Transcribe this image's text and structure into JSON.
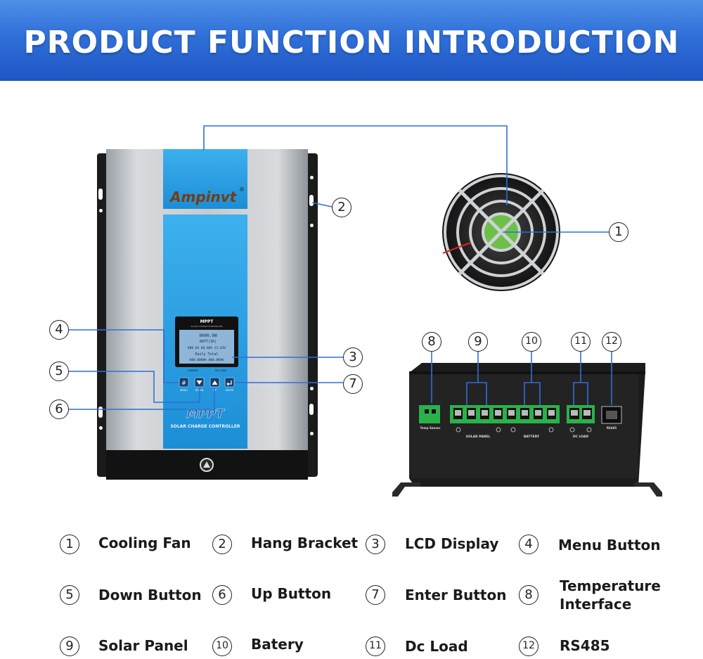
{
  "header": {
    "title": "PRODUCT FUNCTION INTRODUCTION"
  },
  "controller": {
    "brand": "Ampinvt",
    "trademark": "®",
    "lcd_title": "MPPT",
    "lcd_subtitle": "SOLAR CHARGE CONTROLLER",
    "lcd_lines": [
      "0000.0W",
      "BATT(1K)",
      "000.0V 00.00A 21.64V",
      "Daily   Total",
      "000.00KWh 000.0KWh"
    ],
    "label_charge": "CHARGE",
    "label_dcload": "DC LOAD",
    "button_labels": [
      "MENU",
      "DOWN",
      "UP",
      "ENTER"
    ],
    "model_text": "MPPT",
    "model_subtext": "SOLAR CHARGE CONTROLLER"
  },
  "terminals": {
    "temp_sensor": "Temp Sensor",
    "solar_panel": "SOLAR PANEL",
    "battery": "BATTERY",
    "dc_load": "DC LOAD",
    "rs485": "RS485"
  },
  "callouts": [
    "1",
    "2",
    "3",
    "4",
    "5",
    "6",
    "7",
    "8",
    "9",
    "10",
    "11",
    "12"
  ],
  "legend": [
    {
      "num": "1",
      "label": "Cooling Fan"
    },
    {
      "num": "2",
      "label": "Hang Bracket"
    },
    {
      "num": "3",
      "label": "LCD Display"
    },
    {
      "num": "4",
      "label": "Menu Button"
    },
    {
      "num": "5",
      "label": "Down Button"
    },
    {
      "num": "6",
      "label": "Up Button"
    },
    {
      "num": "7",
      "label": "Enter Button"
    },
    {
      "num": "8",
      "label": "Temperature Interface"
    },
    {
      "num": "9",
      "label": "Solar Panel"
    },
    {
      "num": "10",
      "label": "Batery"
    },
    {
      "num": "11",
      "label": "Dc Load"
    },
    {
      "num": "12",
      "label": "RS485"
    }
  ],
  "colors": {
    "banner": "#2f6fd8",
    "line": "#2f6fd8",
    "panel_blue": "#2a9ee0"
  }
}
